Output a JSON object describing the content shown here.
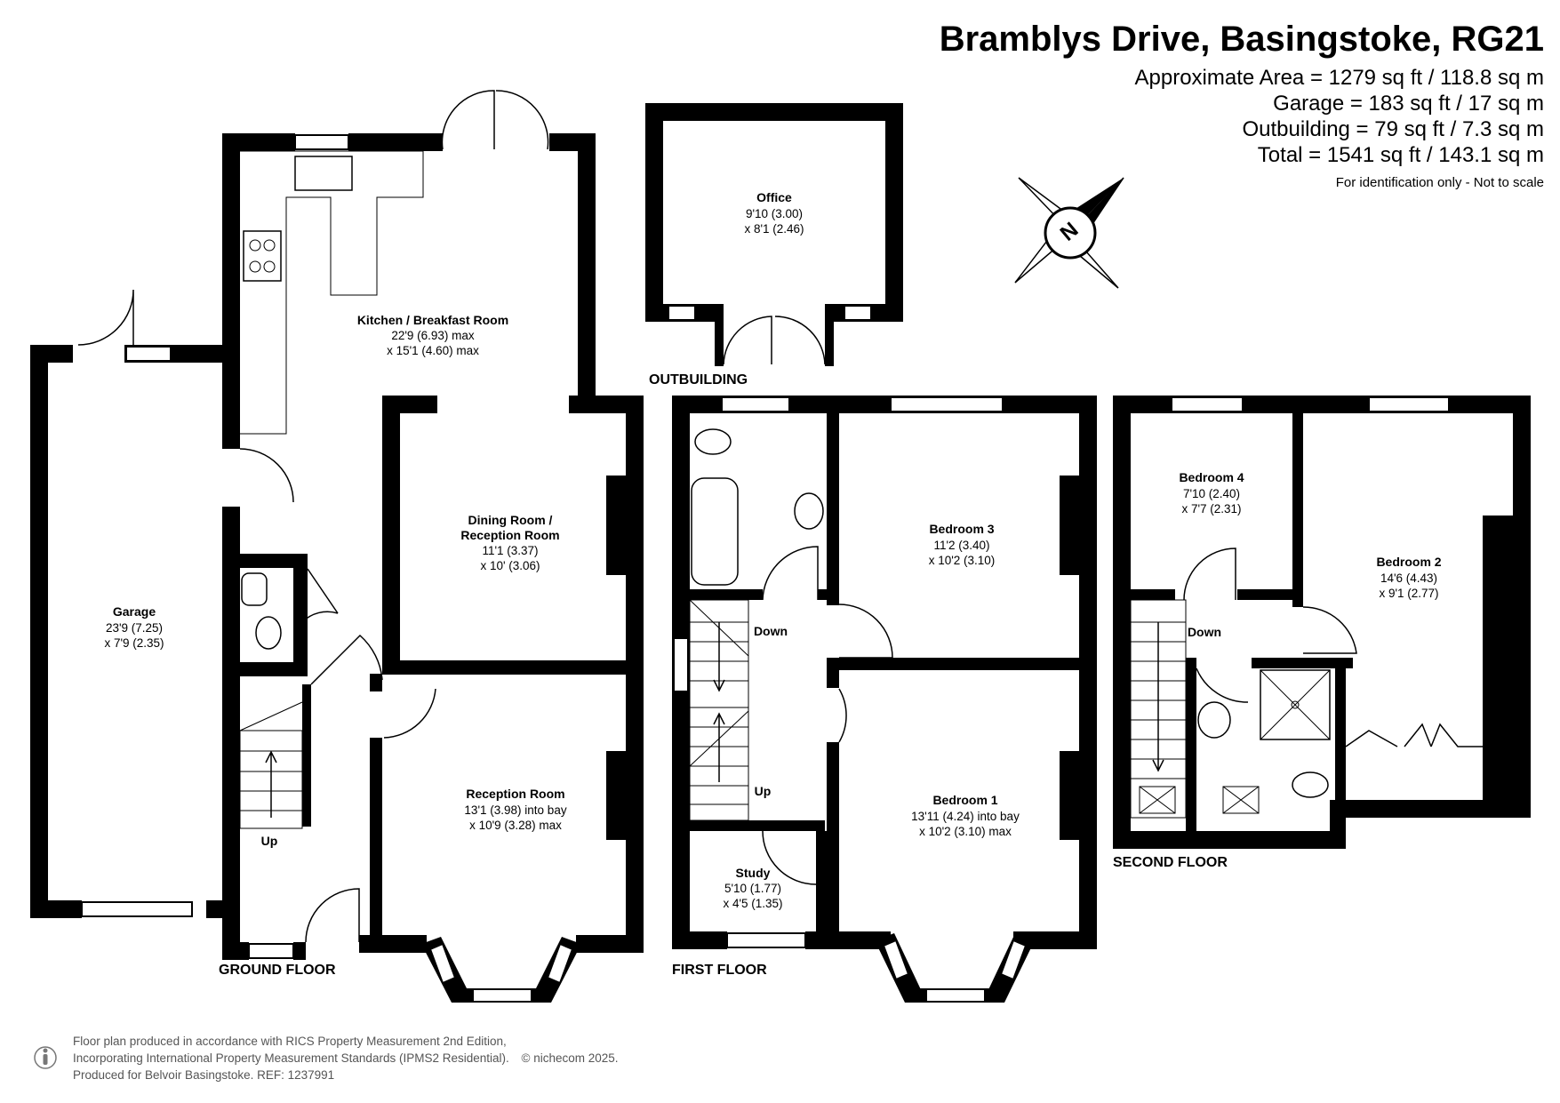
{
  "header": {
    "title": "Bramblys Drive, Basingstoke, RG21",
    "area_lines": [
      "Approximate Area = 1279 sq ft / 118.8 sq m",
      "Garage = 183 sq ft / 17 sq m",
      "Outbuilding = 79 sq ft / 7.3 sq m",
      "Total = 1541 sq ft / 143.1 sq m"
    ],
    "note": "For identification only - Not to scale"
  },
  "floors": {
    "ground": "GROUND FLOOR",
    "first": "FIRST FLOOR",
    "second": "SECOND FLOOR",
    "outbuilding": "OUTBUILDING"
  },
  "rooms": {
    "office": {
      "name": "Office",
      "dims": [
        "9'10 (3.00)",
        "x 8'1 (2.46)"
      ]
    },
    "kitchen": {
      "name": "Kitchen / Breakfast Room",
      "dims": [
        "22'9 (6.93) max",
        "x 15'1 (4.60) max"
      ]
    },
    "dining": {
      "name": [
        "Dining Room /",
        "Reception Room"
      ],
      "dims": [
        "11'1 (3.37)",
        "x 10' (3.06)"
      ]
    },
    "garage": {
      "name": "Garage",
      "dims": [
        "23'9 (7.25)",
        "x 7'9 (2.35)"
      ]
    },
    "reception": {
      "name": "Reception Room",
      "dims": [
        "13'1 (3.98) into bay",
        "x 10'9 (3.28) max"
      ]
    },
    "bedroom3": {
      "name": "Bedroom 3",
      "dims": [
        "11'2 (3.40)",
        "x 10'2 (3.10)"
      ]
    },
    "bedroom1": {
      "name": "Bedroom 1",
      "dims": [
        "13'11 (4.24) into bay",
        "x 10'2 (3.10) max"
      ]
    },
    "study": {
      "name": "Study",
      "dims": [
        "5'10 (1.77)",
        "x 4'5 (1.35)"
      ]
    },
    "bedroom4": {
      "name": "Bedroom 4",
      "dims": [
        "7'10 (2.40)",
        "x 7'7 (2.31)"
      ]
    },
    "bedroom2": {
      "name": "Bedroom 2",
      "dims": [
        "14'6 (4.43)",
        "x 9'1 (2.77)"
      ]
    }
  },
  "stairs": {
    "up": "Up",
    "down": "Down"
  },
  "compass": {
    "label": "N",
    "icon": "compass-icon"
  },
  "footer": {
    "line1": "Floor plan produced in accordance with RICS Property Measurement 2nd Edition,",
    "line2": "Incorporating International Property Measurement Standards (IPMS2 Residential).",
    "copyright": "© nichecom 2025.",
    "line3": "Produced for Belvoir Basingstoke.   REF:  1237991",
    "icon": "person-icon"
  }
}
